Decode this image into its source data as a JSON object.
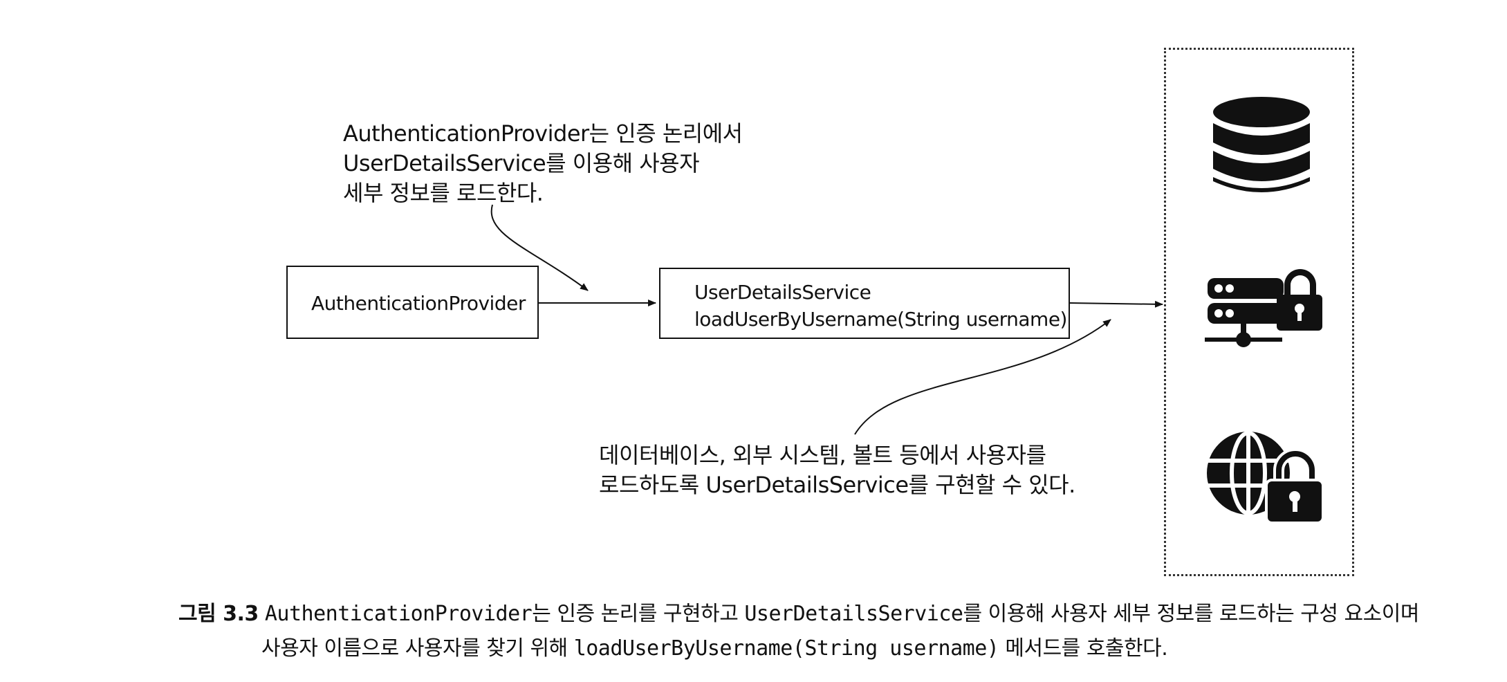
{
  "notes": {
    "provider_note": [
      "AuthenticationProvider는 인증 논리에서",
      "UserDetailsService를 이용해 사용자",
      "세부 정보를 로드한다."
    ],
    "service_note": [
      "데이터베이스, 외부 시스템, 볼트 등에서 사용자를",
      "로드하도록 UserDetailsService를 구현할 수 있다."
    ]
  },
  "boxes": {
    "provider_label": "AuthenticationProvider",
    "service_line1": "UserDetailsService",
    "service_line2": "loadUserByUsername(String username)"
  },
  "icons": [
    "database-icon",
    "secure-server-icon",
    "secure-network-icon"
  ],
  "caption": {
    "figure_label": "그림 3.3",
    "line1_part1": "AuthenticationProvider",
    "line1_part2": "는 인증 논리를 구현하고 ",
    "line1_part3": "UserDetailsService",
    "line1_part4": "를 이용해 사용자 세부 정보를 로드하는 구성 요소이며",
    "line2_part1": "사용자 이름으로 사용자를 찾기 위해 ",
    "line2_part2": "loadUserByUsername(String username)",
    "line2_part3": " 메서드를 호출한다."
  }
}
